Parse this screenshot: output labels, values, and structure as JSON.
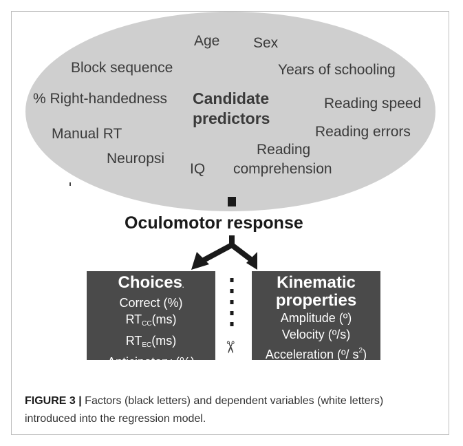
{
  "ellipse": {
    "center_top": "Candidate",
    "center_bottom": "predictors",
    "predictors": [
      {
        "key": "age",
        "label": "Age"
      },
      {
        "key": "sex",
        "label": "Sex"
      },
      {
        "key": "block-sequence",
        "label": "Block sequence"
      },
      {
        "key": "years-of-schooling",
        "label": "Years of schooling"
      },
      {
        "key": "right-handedness",
        "label": "% Right-handedness"
      },
      {
        "key": "reading-speed",
        "label": "Reading speed"
      },
      {
        "key": "manual-rt",
        "label": "Manual RT"
      },
      {
        "key": "reading-errors",
        "label": "Reading errors"
      },
      {
        "key": "neuropsi",
        "label": "Neuropsi"
      },
      {
        "key": "iq",
        "label": "IQ"
      },
      {
        "key": "reading-line1",
        "label": "Reading"
      },
      {
        "key": "reading-line2",
        "label": "comprehension"
      }
    ]
  },
  "response_label": "Oculomotor response",
  "choices_box": {
    "title": "Choices",
    "title_mark": ".",
    "lines": [
      "Correct (%)",
      "RT",
      "(ms)",
      "RT",
      "(ms)",
      "Anticipatory (%)"
    ],
    "rt1_sub": "CC",
    "rt2_sub": "EC"
  },
  "kinematic_box": {
    "title_line1": "Kinematic",
    "title_line2": "properties",
    "amplitude": "Amplitude (º)",
    "velocity": "Velocity (º/s)",
    "acceleration_pre": "Acceleration (º/ s",
    "acceleration_sup": "2",
    "acceleration_post": ")"
  },
  "scissors_glyph": "✂",
  "caption": {
    "label": "FIGURE 3 |",
    "text": " Factors (black letters) and dependent variables (white letters) introduced into the regression model."
  },
  "colors": {
    "ellipse_fill": "#cfcfcf",
    "box_fill": "#4a4a4a",
    "arrow": "#1a1a1a"
  }
}
